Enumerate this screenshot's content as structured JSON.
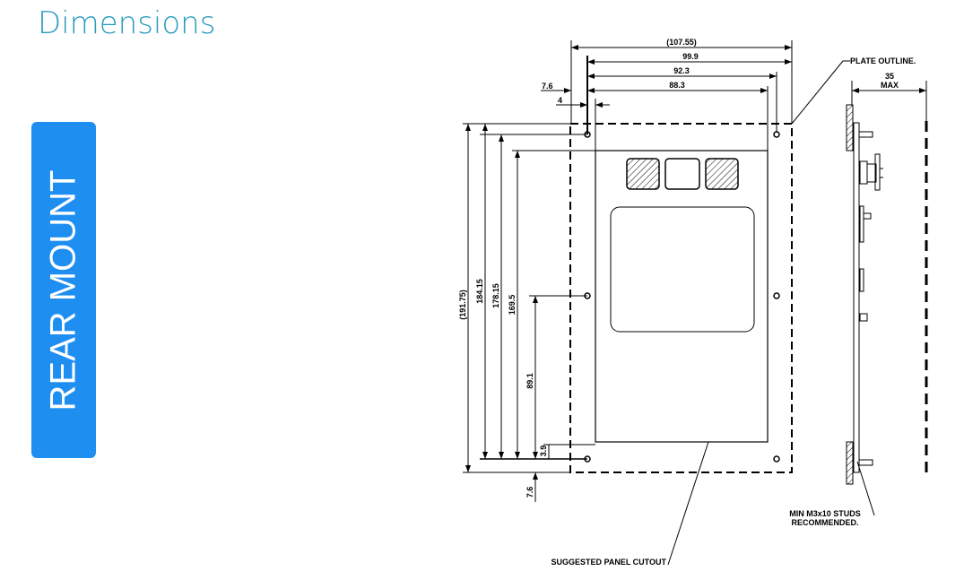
{
  "page": {
    "title": "Dimensions",
    "side_tab": "REAR MOUNT"
  },
  "drawing": {
    "dims_horizontal": {
      "overall": "(107.55)",
      "d1": "99.9",
      "d2": "92.3",
      "d3": "88.3",
      "offset1": "7.6",
      "offset2": "4"
    },
    "dims_vertical": {
      "overall": "(191.75)",
      "d1": "184.15",
      "d2": "178.15",
      "d3": "169.5",
      "d4": "89.1",
      "d5": "3.9",
      "offset": "7.6"
    },
    "side_dims": {
      "depth": "35",
      "depth_note": "MAX"
    },
    "notes": {
      "plate": "PLATE OUTLINE.",
      "studs_1": "MIN M3x10 STUDS",
      "studs_2": "RECOMMENDED.",
      "cutout": "SUGGESTED PANEL CUTOUT"
    }
  }
}
